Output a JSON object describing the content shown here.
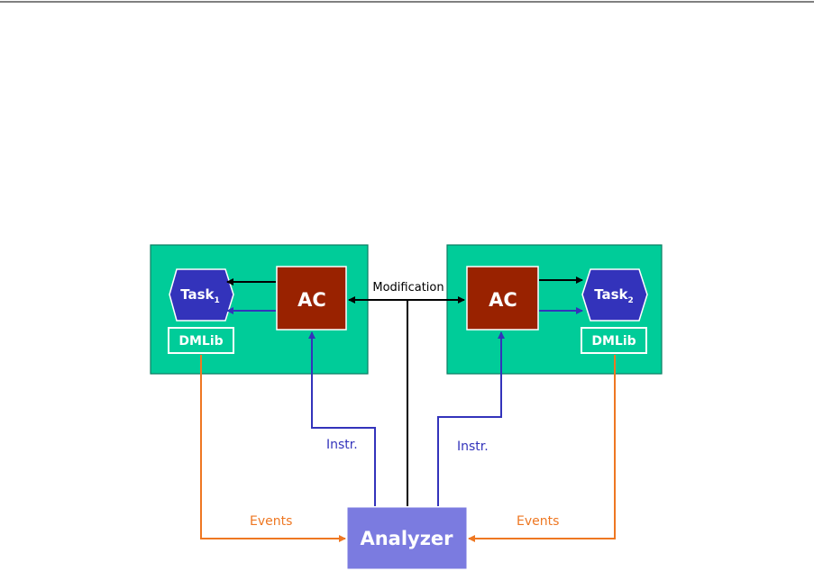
{
  "diagram": {
    "left_node": {
      "task_label": "Task",
      "task_subscript": "1",
      "lib_label": "DMLib",
      "ac_label": "AC"
    },
    "right_node": {
      "task_label": "Task",
      "task_subscript": "2",
      "lib_label": "DMLib",
      "ac_label": "AC"
    },
    "center_label": "Modification",
    "analyzer_label": "Analyzer",
    "instr_left_label": "Instr.",
    "instr_right_label": "Instr.",
    "events_left_label": "Events",
    "events_right_label": "Events"
  },
  "colors": {
    "container": "#00cc99",
    "container_border": "#0b7d62",
    "ac_box": "#992200",
    "task_hex": "#3333bb",
    "analyzer_box": "#7b7be0",
    "instr_line": "#3333bb",
    "events_line": "#ee7722",
    "modification_line": "#000000",
    "top_rule": "#000000"
  }
}
